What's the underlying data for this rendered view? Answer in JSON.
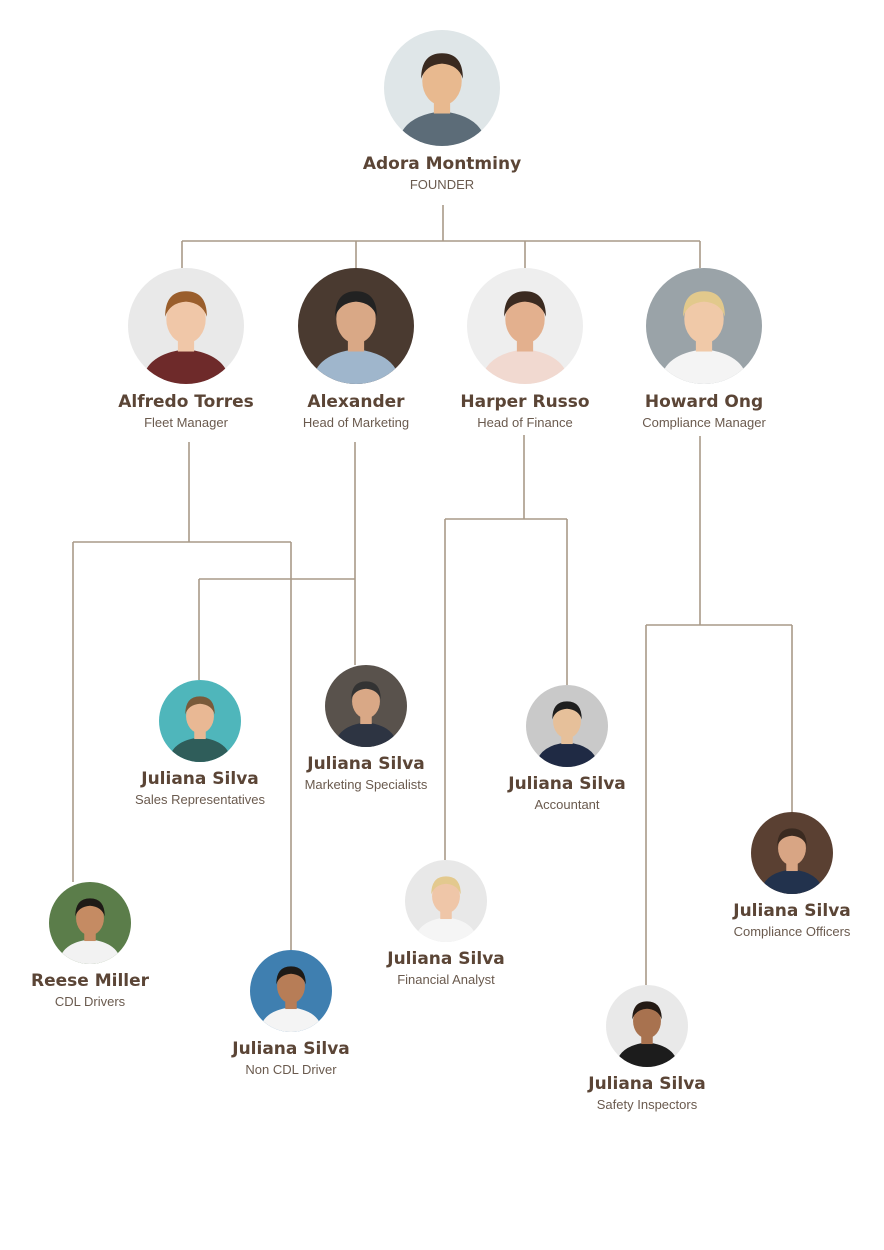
{
  "people": {
    "founder": {
      "name": "Adora Montminy",
      "role": "FOUNDER",
      "bg": "#dfe6e8",
      "skin": "#e8b98f",
      "hair": "#3a2a20",
      "shirt": "#5c6c78"
    },
    "alfredo": {
      "name": "Alfredo Torres",
      "role": "Fleet Manager",
      "bg": "#e9e9e9",
      "skin": "#f0c7a8",
      "hair": "#9a5e2c",
      "shirt": "#6e2a2a"
    },
    "alexander": {
      "name": "Alexander",
      "role": "Head of Marketing",
      "bg": "#4a3a30",
      "skin": "#d9a886",
      "hair": "#222222",
      "shirt": "#9fb6cc"
    },
    "harper": {
      "name": "Harper Russo",
      "role": "Head of Finance",
      "bg": "#eeeeee",
      "skin": "#e3b08e",
      "hair": "#3b2a20",
      "shirt": "#f1d9d0"
    },
    "howard": {
      "name": "Howard Ong",
      "role": "Compliance Manager",
      "bg": "#9aa3a8",
      "skin": "#f0c9a8",
      "hair": "#e2c98c",
      "shirt": "#f4f4f4"
    },
    "sales": {
      "name": "Juliana Silva",
      "role": "Sales Representatives",
      "bg": "#4fb6bb",
      "skin": "#e9b894",
      "hair": "#7a5a3a",
      "shirt": "#2f5d5a"
    },
    "marketing": {
      "name": "Juliana Silva",
      "role": "Marketing Specialists",
      "bg": "#59524c",
      "skin": "#d9a886",
      "hair": "#333333",
      "shirt": "#2d3442"
    },
    "accountant": {
      "name": "Juliana Silva",
      "role": "Accountant",
      "bg": "#c9c9c9",
      "skin": "#e6c09a",
      "hair": "#1e1e1e",
      "shirt": "#1f2a44"
    },
    "compliance": {
      "name": "Juliana Silva",
      "role": "Compliance Officers",
      "bg": "#5a4032",
      "skin": "#d8a584",
      "hair": "#3a2a20",
      "shirt": "#22324d"
    },
    "reese": {
      "name": "Reese Miller",
      "role": "CDL Drivers",
      "bg": "#5b7d4a",
      "skin": "#c58b63",
      "hair": "#1e1a16",
      "shirt": "#f2f2f2"
    },
    "noncdl": {
      "name": "Juliana Silva",
      "role": "Non CDL Driver",
      "bg": "#3f7fb0",
      "skin": "#b77d57",
      "hair": "#1e1a16",
      "shirt": "#f4f4f4"
    },
    "analyst": {
      "name": "Juliana Silva",
      "role": "Financial Analyst",
      "bg": "#e8e8e8",
      "skin": "#efc6a8",
      "hair": "#e3c98e",
      "shirt": "#f5f5f5"
    },
    "safety": {
      "name": "Juliana Silva",
      "role": "Safety Inspectors",
      "bg": "#e9e9e9",
      "skin": "#a8724f",
      "hair": "#241a14",
      "shirt": "#1c1c1c"
    }
  },
  "colors": {
    "line": "#a99a88",
    "name": "#5b4536",
    "role": "#6a5a4e"
  }
}
